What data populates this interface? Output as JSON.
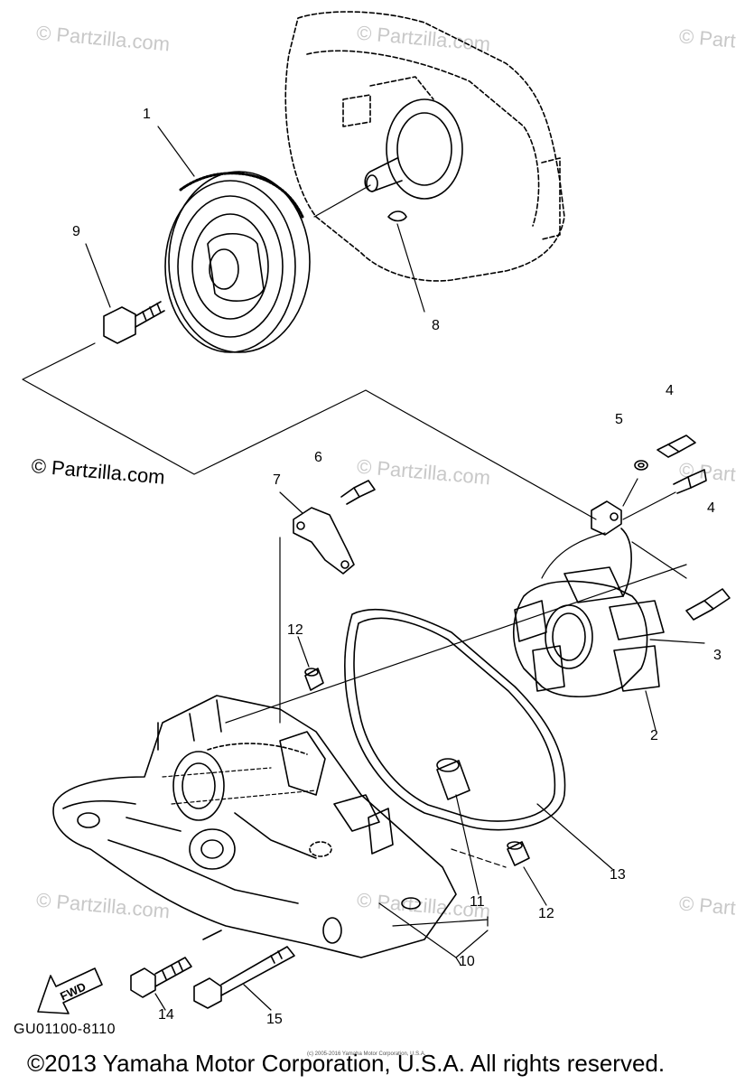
{
  "callouts": {
    "c1": "1",
    "c2": "2",
    "c3": "3",
    "c4a": "4",
    "c4b": "4",
    "c5": "5",
    "c6": "6",
    "c7": "7",
    "c8": "8",
    "c9": "9",
    "c10": "10",
    "c11": "11",
    "c12a": "12",
    "c12b": "12",
    "c13": "13",
    "c14": "14",
    "c15": "15"
  },
  "watermark": {
    "main": "© Partzilla.com",
    "tile": "© Partzilla.com",
    "tile_cut": "© Part"
  },
  "fwd": "FWD",
  "diagram_code": "GU01100-8110",
  "copyright": "©2013 Yamaha Motor Corporation, U.S.A. All rights reserved.",
  "tiny_copyright": "(c) 2005-2016 Yamaha Motor Corporation, U.S.A."
}
